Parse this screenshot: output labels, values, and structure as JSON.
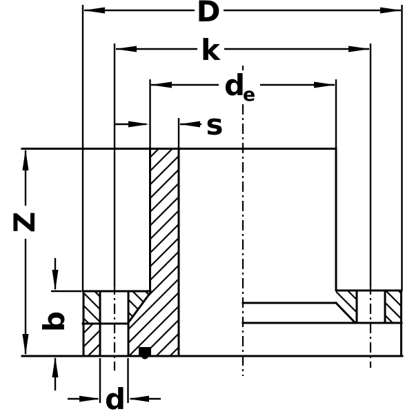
{
  "drawing": {
    "background_color": "#ffffff",
    "line_color": "#000000",
    "labels": {
      "outer_diameter": "D",
      "bolt_circle": "k",
      "pipe_diameter_base": "d",
      "pipe_diameter_subscript": "e",
      "wall_thickness": "s",
      "overall_height": "Z",
      "flange_thickness": "b",
      "bolt_hole_diameter": "d"
    }
  }
}
